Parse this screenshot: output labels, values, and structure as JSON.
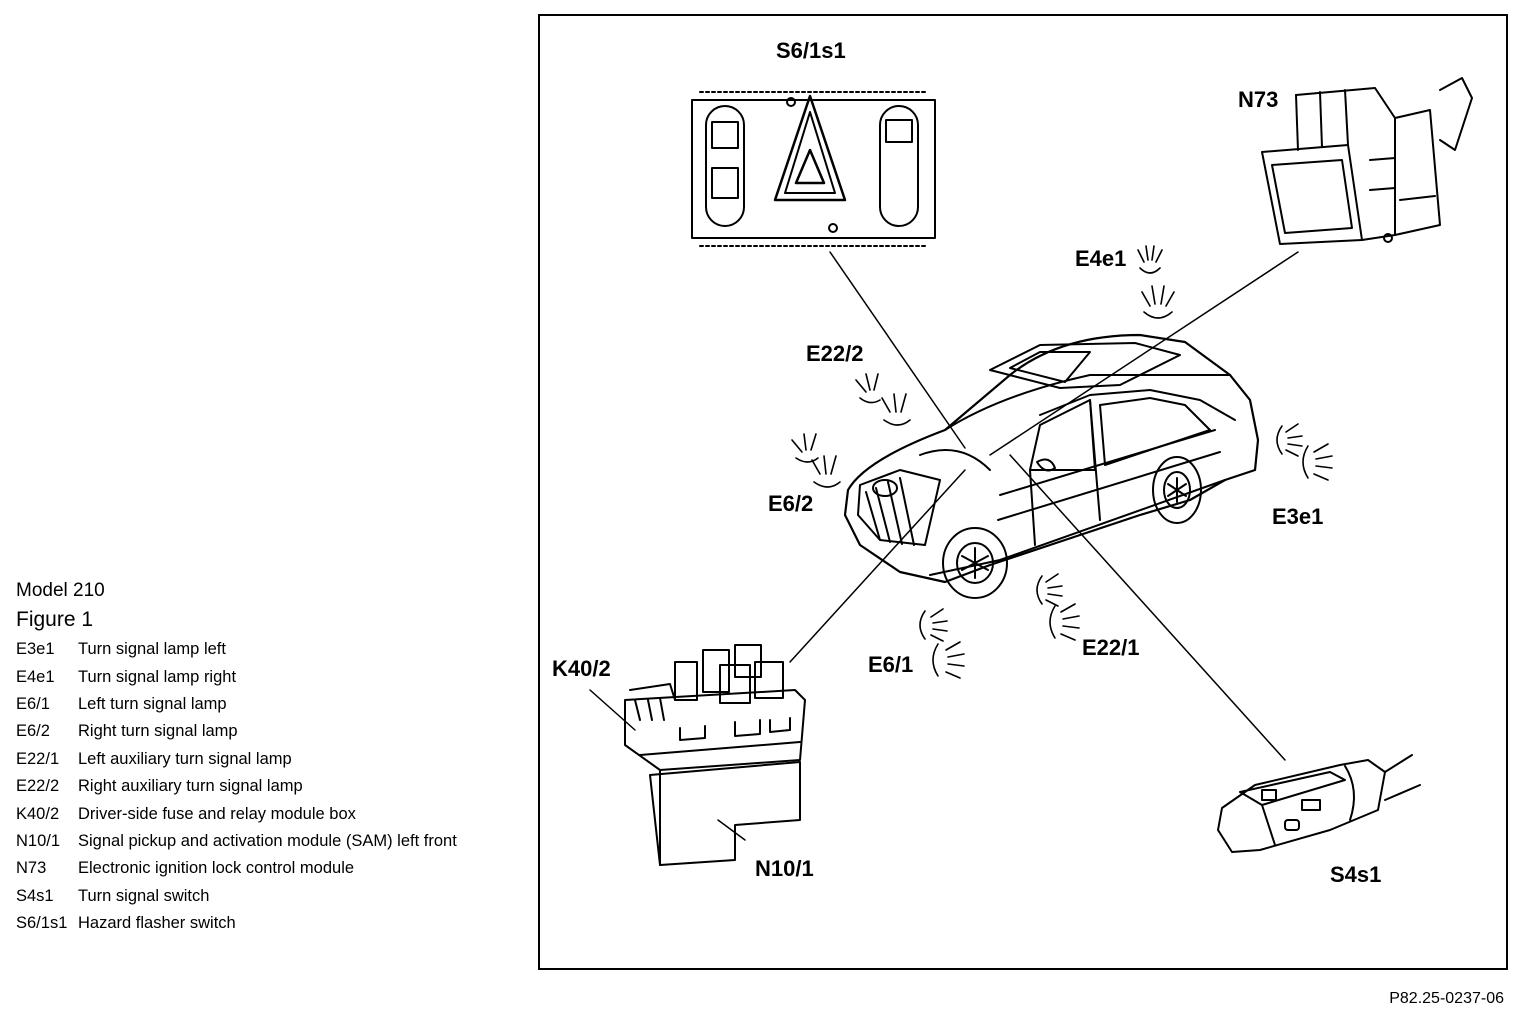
{
  "legend": {
    "model": "Model 210",
    "figure": "Figure 1",
    "items": [
      {
        "code": "E3e1",
        "desc": "Turn signal lamp left"
      },
      {
        "code": "E4e1",
        "desc": "Turn signal lamp right"
      },
      {
        "code": "E6/1",
        "desc": "Left turn signal lamp"
      },
      {
        "code": "E6/2",
        "desc": "Right turn signal lamp"
      },
      {
        "code": "E22/1",
        "desc": "Left auxiliary turn signal lamp"
      },
      {
        "code": "E22/2",
        "desc": "Right auxiliary turn signal lamp"
      },
      {
        "code": "K40/2",
        "desc": "Driver-side fuse and relay module box"
      },
      {
        "code": "N10/1",
        "desc": "Signal pickup and activation module (SAM) left front"
      },
      {
        "code": "N73",
        "desc": "Electronic ignition lock control module"
      },
      {
        "code": "S4s1",
        "desc": "Turn signal switch"
      },
      {
        "code": "S6/1s1",
        "desc": "Hazard flasher switch"
      }
    ]
  },
  "callouts": {
    "s6_1s1": "S6/1s1",
    "n73": "N73",
    "e4e1": "E4e1",
    "e22_2": "E22/2",
    "e6_2": "E6/2",
    "e3e1": "E3e1",
    "k40_2": "K40/2",
    "e6_1": "E6/1",
    "e22_1": "E22/1",
    "n10_1": "N10/1",
    "s4s1": "S4s1"
  },
  "reference_code": "P82.25-0237-06"
}
